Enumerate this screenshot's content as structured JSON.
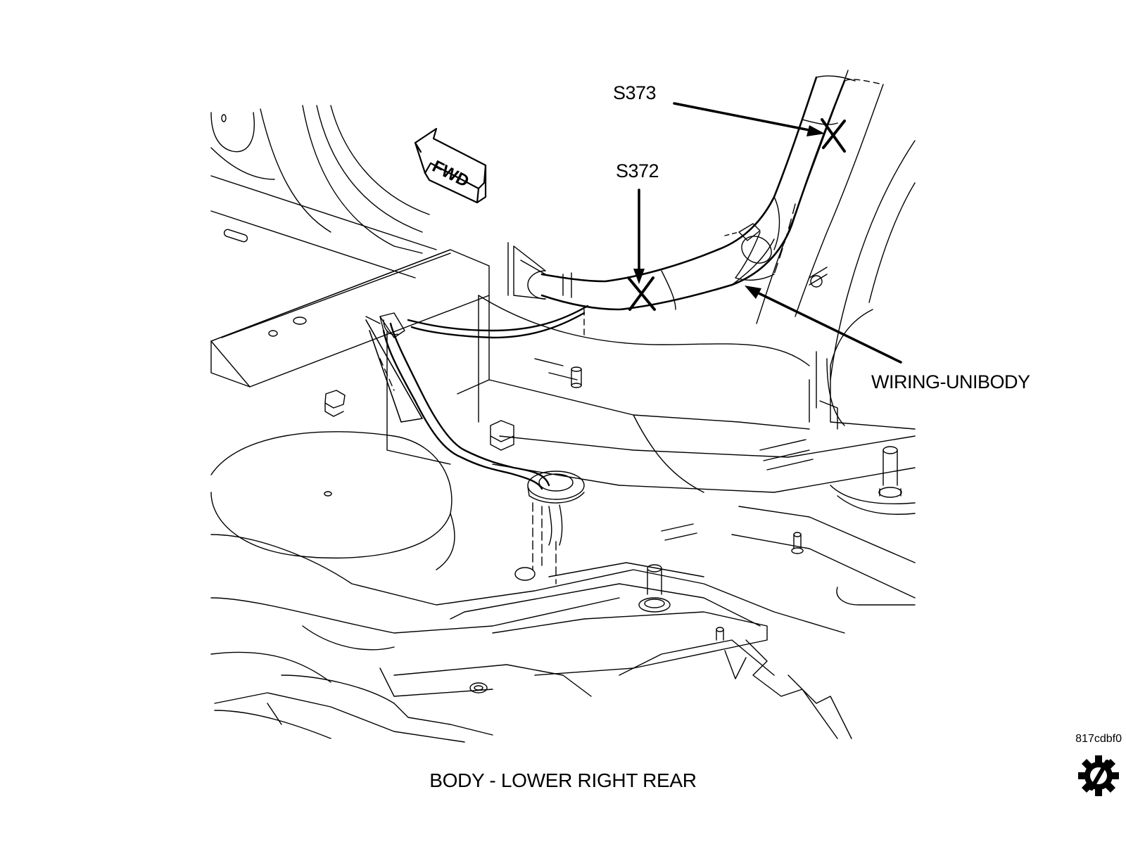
{
  "callouts": {
    "s373": "S373",
    "s372": "S372",
    "wiring": "WIRING-UNIBODY"
  },
  "direction_marker": "FWD",
  "caption": "BODY - LOWER RIGHT REAR",
  "reference_code": "817cdbf0",
  "logo": "gear-slash-logo",
  "colors": {
    "line": "#000000",
    "background": "#ffffff"
  }
}
